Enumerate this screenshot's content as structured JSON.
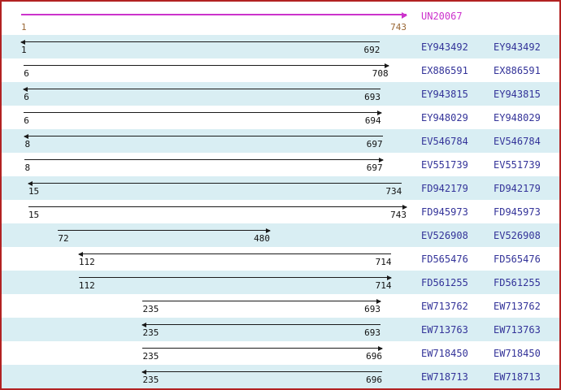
{
  "colors": {
    "page_border": "#b22222",
    "row_alt": "#d9eef3",
    "reference": "#cc33cc",
    "reference_coords": "#996633",
    "alignment_arrow": "#1a1a1a",
    "link": "#333399",
    "coord_text": "#111111"
  },
  "chart_data": {
    "type": "bar",
    "subtype": "horizontal-range-alignment-track",
    "x_range": [
      1,
      743
    ],
    "grid": false,
    "legend": false,
    "reference": {
      "id": "UN20067",
      "start": 1,
      "end": 743,
      "direction": "right"
    },
    "alignments": [
      {
        "id": "EY943492",
        "start": 1,
        "end": 692,
        "direction": "left"
      },
      {
        "id": "EX886591",
        "start": 6,
        "end": 708,
        "direction": "right"
      },
      {
        "id": "EY943815",
        "start": 6,
        "end": 693,
        "direction": "left"
      },
      {
        "id": "EY948029",
        "start": 6,
        "end": 694,
        "direction": "right"
      },
      {
        "id": "EV546784",
        "start": 8,
        "end": 697,
        "direction": "left"
      },
      {
        "id": "EV551739",
        "start": 8,
        "end": 697,
        "direction": "right"
      },
      {
        "id": "FD942179",
        "start": 15,
        "end": 734,
        "direction": "left"
      },
      {
        "id": "FD945973",
        "start": 15,
        "end": 743,
        "direction": "right"
      },
      {
        "id": "EV526908",
        "start": 72,
        "end": 480,
        "direction": "right"
      },
      {
        "id": "FD565476",
        "start": 112,
        "end": 714,
        "direction": "left"
      },
      {
        "id": "FD561255",
        "start": 112,
        "end": 714,
        "direction": "right"
      },
      {
        "id": "EW713762",
        "start": 235,
        "end": 693,
        "direction": "right"
      },
      {
        "id": "EW713763",
        "start": 235,
        "end": 693,
        "direction": "left"
      },
      {
        "id": "EW718450",
        "start": 235,
        "end": 696,
        "direction": "right"
      },
      {
        "id": "EW718713",
        "start": 235,
        "end": 696,
        "direction": "left"
      }
    ]
  }
}
